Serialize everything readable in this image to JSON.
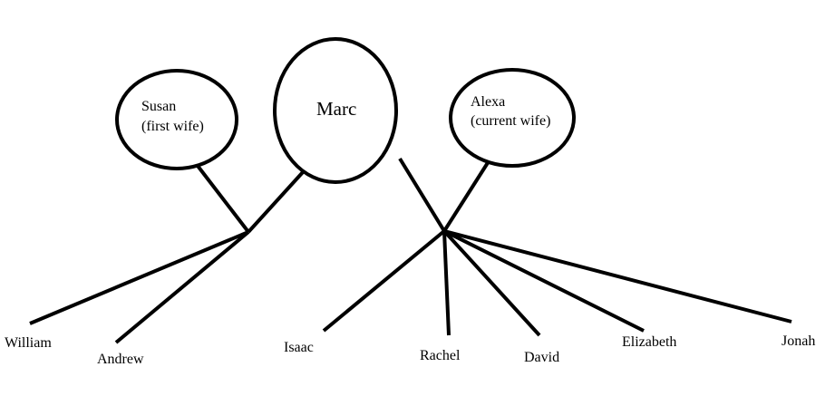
{
  "parents": {
    "susan": {
      "name": "Susan",
      "note": "(first wife)"
    },
    "marc": {
      "name": "Marc"
    },
    "alexa": {
      "name": "Alexa",
      "note": "(current wife)"
    }
  },
  "children_first_marriage": [
    "William",
    "Andrew"
  ],
  "children_current_marriage": [
    "Isaac",
    "Rachel",
    "David",
    "Elizabeth",
    "Jonah"
  ]
}
